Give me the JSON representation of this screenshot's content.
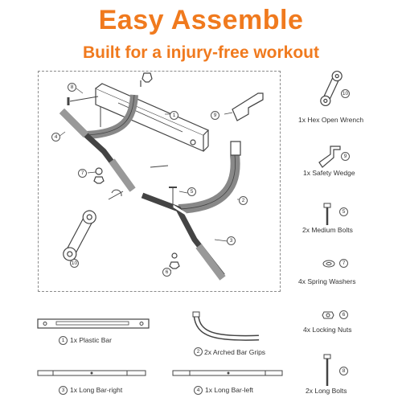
{
  "header": {
    "title": "Easy Assemble",
    "subtitle": "Built for a injury-free workout"
  },
  "colors": {
    "accent": "#f07a1e",
    "grip": "#9a9a9a",
    "line": "#444444"
  },
  "diagram_callouts": [
    "1",
    "2",
    "3",
    "4",
    "5",
    "6",
    "7",
    "8",
    "9",
    "10"
  ],
  "parts_right": [
    {
      "num": "10",
      "label": "1x Hex Open Wrench"
    },
    {
      "num": "9",
      "label": "1x Safety Wedge"
    },
    {
      "num": "5",
      "label": "2x Medium Bolts"
    },
    {
      "num": "7",
      "label": "4x Spring Washers"
    },
    {
      "num": "6",
      "label": "4x Locking Nuts"
    },
    {
      "num": "8",
      "label": "2x Long Bolts"
    }
  ],
  "parts_bottom": [
    {
      "num": "1",
      "label": "1x Plastic Bar"
    },
    {
      "num": "2",
      "label": "2x Arched Bar Grips"
    },
    {
      "num": "3",
      "label": "1x Long Bar-right"
    },
    {
      "num": "4",
      "label": "1x Long Bar-left"
    }
  ]
}
